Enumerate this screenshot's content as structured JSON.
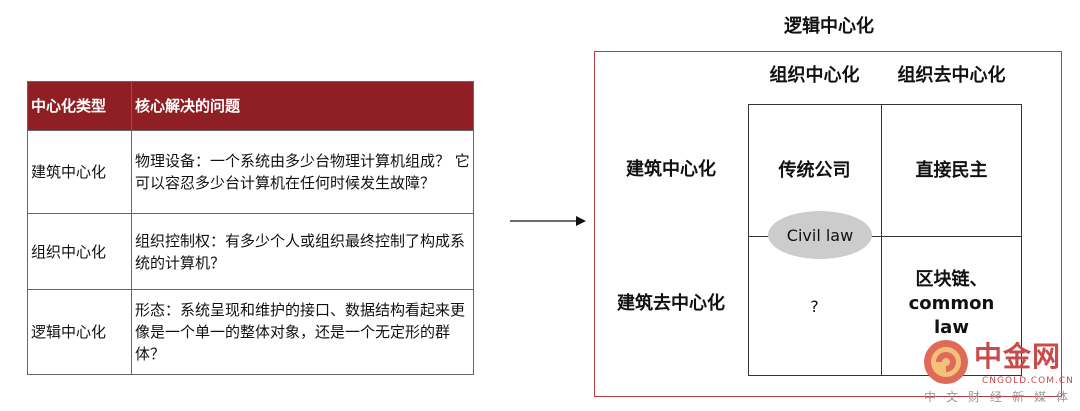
{
  "table": {
    "headers": [
      "中心化类型",
      "核心解决的问题"
    ],
    "rows": [
      {
        "type": "建筑中心化",
        "desc": "物理设备：一个系统由多少台物理计算机组成？ 它可以容忍多少台计算机在任何时候发生故障？"
      },
      {
        "type": "组织中心化",
        "desc": "组织控制权：有多少个人或组织最终控制了构成系统的计算机？"
      },
      {
        "type": "逻辑中心化",
        "desc": "形态：系统呈现和维护的接口、数据结构看起来更像是一个单一的整体对象，还是一个无定形的群体？"
      }
    ]
  },
  "diagram": {
    "title": "逻辑中心化",
    "col_headers": [
      "组织中心化",
      "组织去中心化"
    ],
    "row_headers": [
      "建筑中心化",
      "建筑去中心化"
    ],
    "cells": {
      "top_left": "传统公司",
      "top_right": "直接民主",
      "bottom_left": "?",
      "bottom_right_line1": "区块链、",
      "bottom_right_line2": "common",
      "bottom_right_line3": "law"
    },
    "ellipse_label": "Civil law"
  },
  "watermark": {
    "name": "中金网",
    "url": "CNGOLD.COM.CN",
    "sub": "中文财经新媒体"
  },
  "colors": {
    "header_bg": "#8f1f24",
    "panel_border": "#b54040",
    "ellipse": "#cccccc",
    "watermark": "#c84a4a"
  }
}
